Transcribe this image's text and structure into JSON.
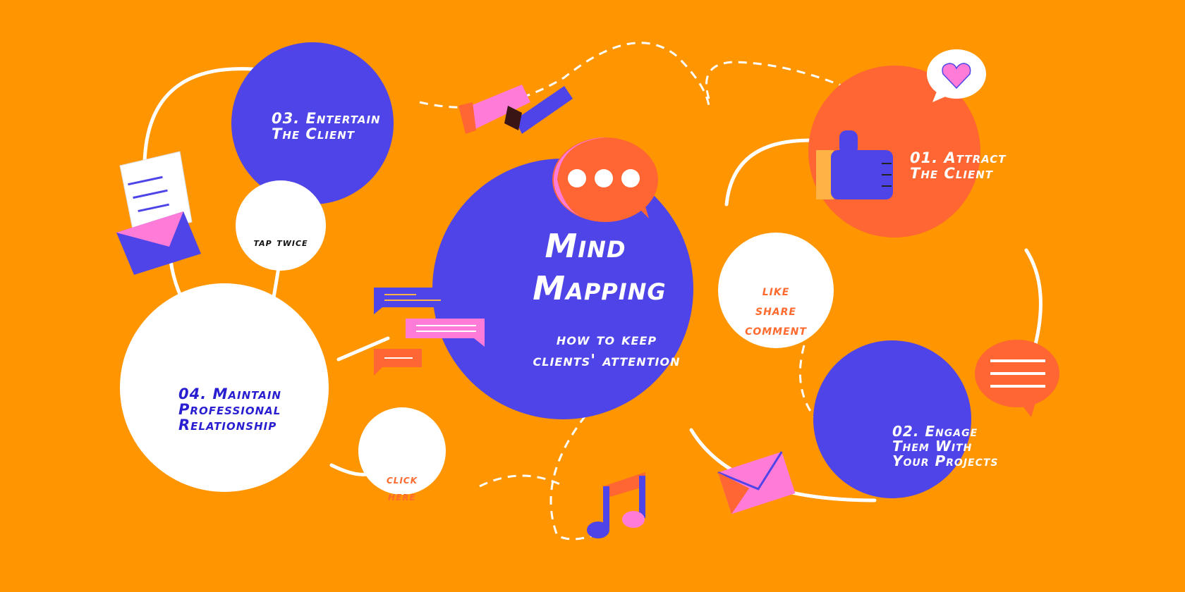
{
  "title": "Mind Mapping",
  "title_lines": [
    "Mind",
    "Mapping"
  ],
  "subtitle_lines": [
    "how to keep",
    "clients' attention"
  ],
  "nodes": {
    "n01": [
      "01. Attract",
      "The Client"
    ],
    "n02": [
      "02. Engage",
      "Them With",
      "Your Projects"
    ],
    "n03": [
      "03. Entertain",
      "The Client"
    ],
    "n04": [
      "04. Maintain",
      "Professional",
      "Relationship"
    ]
  },
  "bubbles": {
    "tap": "tap twice",
    "social": [
      "like",
      "share",
      "comment"
    ],
    "click": [
      "click",
      "here"
    ]
  },
  "icons": [
    "speech-bubble-dots-icon",
    "heart-bubble-icon",
    "thumbs-up-icon",
    "letter-envelope-icon",
    "chat-messages-icon",
    "music-note-icon",
    "envelope-icon",
    "text-bubble-icon",
    "ruler-icon"
  ],
  "colors": {
    "background": "#FF9500",
    "blue": "#4F44E8",
    "orange": "#FF6633",
    "pink": "#FF7BD8",
    "white": "#FFFFFF"
  }
}
